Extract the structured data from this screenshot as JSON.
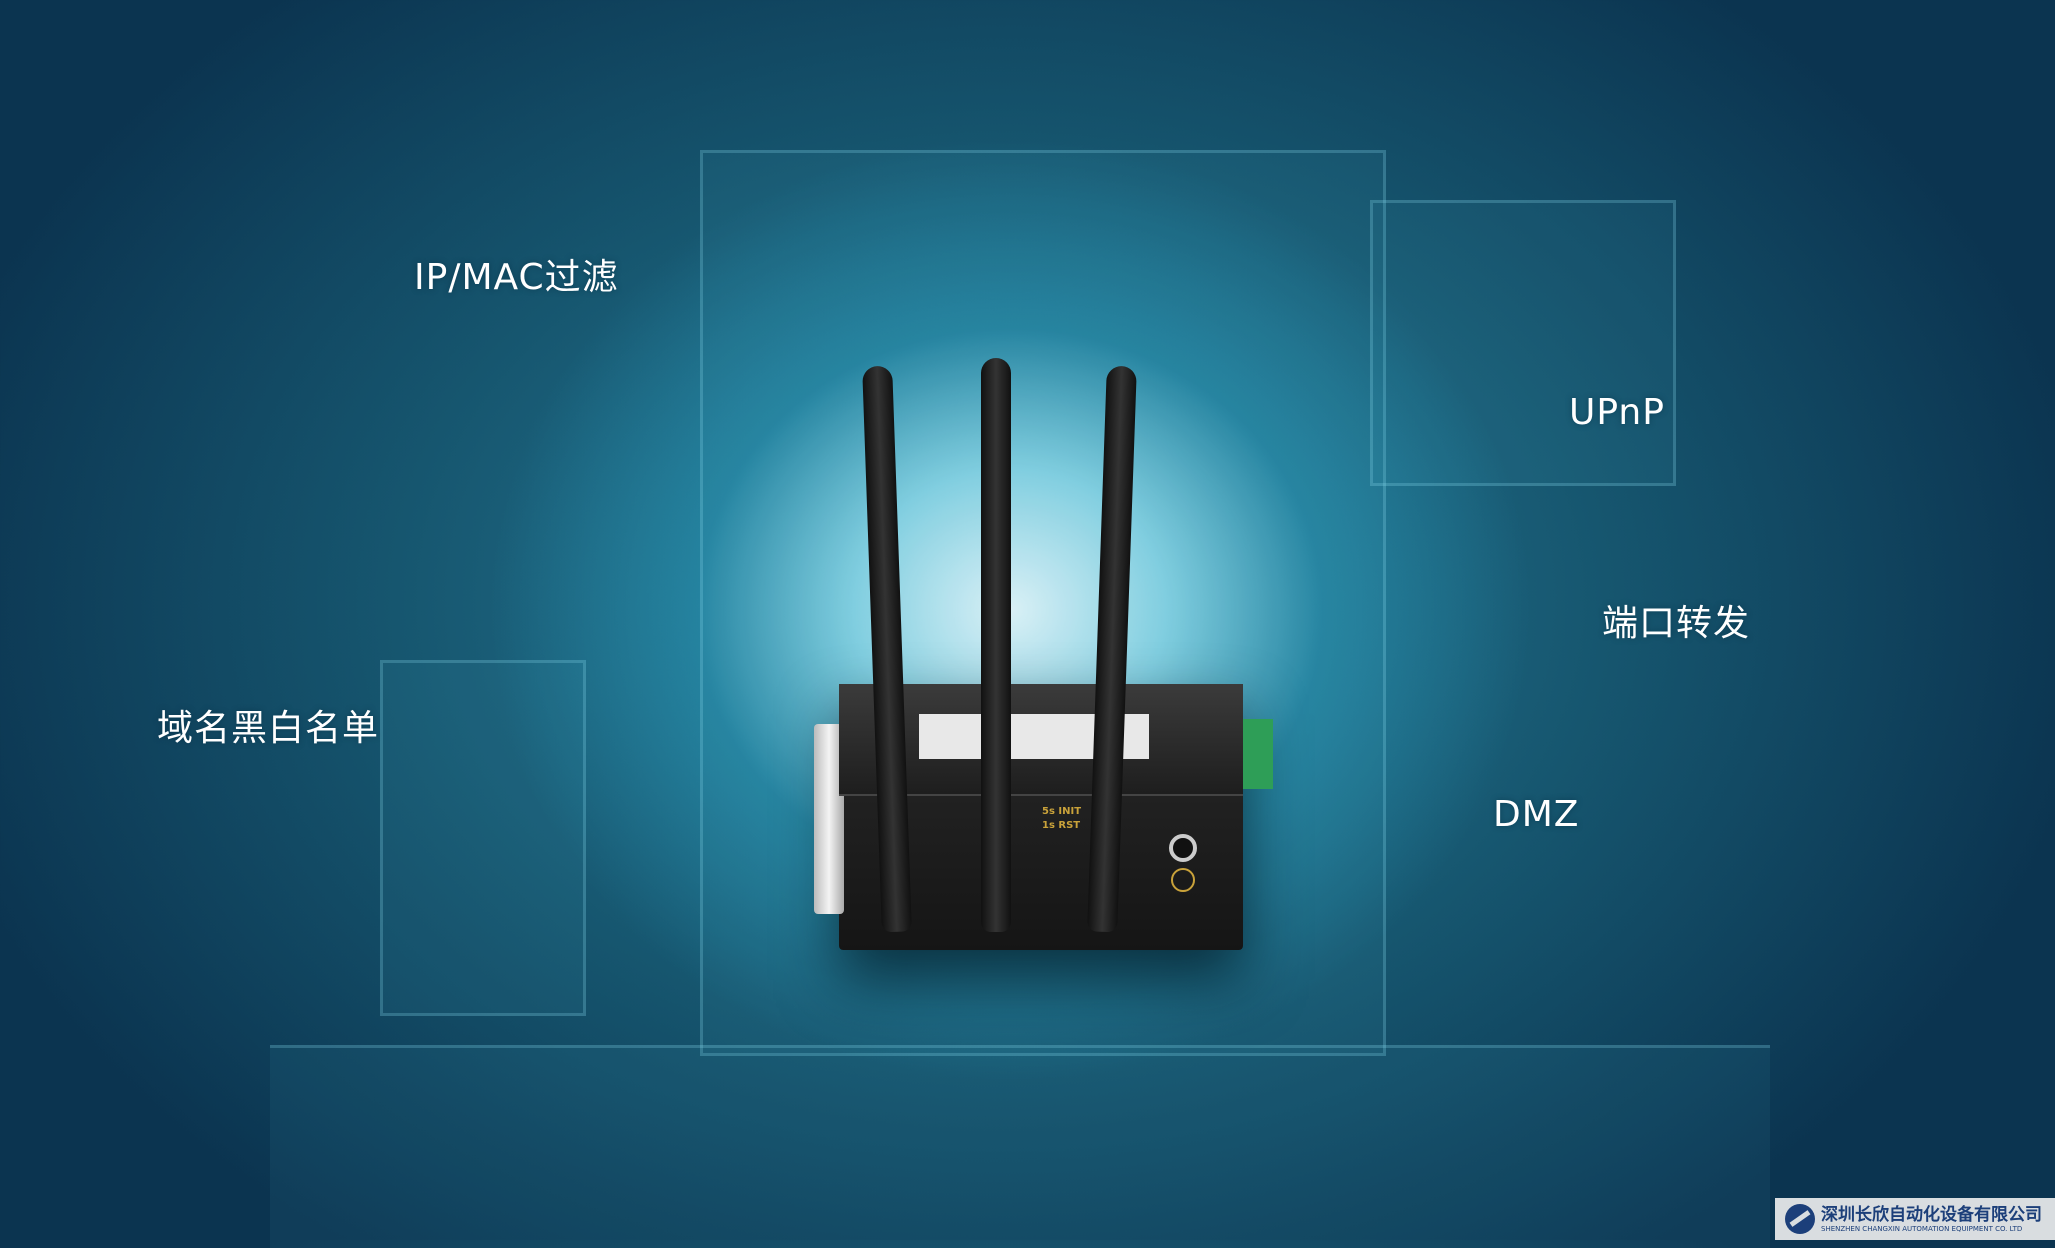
{
  "features": {
    "ip_mac_filter": "IP/MAC过滤",
    "upnp": "UPnP",
    "port_forwarding": "端口转发",
    "domain_blacklist_whitelist": "域名黑白名单",
    "dmz": "DMZ"
  },
  "device": {
    "init_label": "5s INIT",
    "reset_label": "1s RST"
  },
  "company": {
    "name_cn": "深圳长欣自动化设备有限公司",
    "name_en": "SHENZHEN CHANGXIN AUTOMATION EQUIPMENT CO. LTD"
  }
}
